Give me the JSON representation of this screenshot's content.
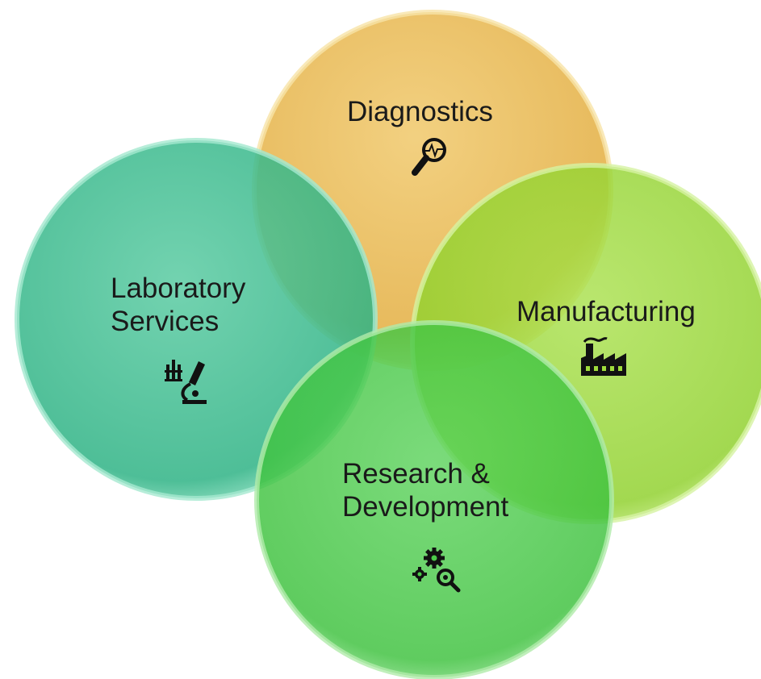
{
  "circles": [
    {
      "id": "diagnostics",
      "lines": [
        "Diagnostics"
      ],
      "color": "#E8B84A",
      "icon": "magnifier-heartbeat-icon"
    },
    {
      "id": "laboratory-services",
      "lines": [
        "Laboratory",
        "Services"
      ],
      "color": "#3DBE96",
      "icon": "microscope-test-tubes-icon"
    },
    {
      "id": "manufacturing",
      "lines": [
        "Manufacturing"
      ],
      "color": "#9FDC3C",
      "icon": "factory-icon"
    },
    {
      "id": "research-development",
      "lines": [
        "Research &",
        "Development"
      ],
      "color": "#4CCB49",
      "icon": "gears-magnifier-icon"
    }
  ]
}
